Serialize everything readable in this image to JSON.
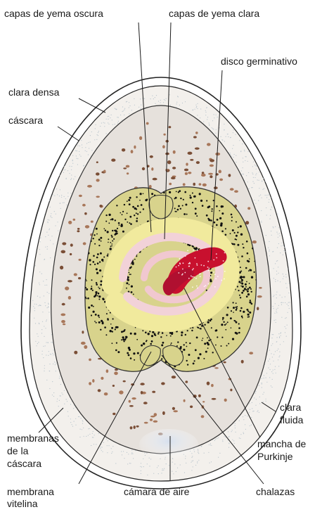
{
  "labels": {
    "dark_yolk_layers": "capas de yema oscura",
    "light_yolk_layers": "capas de yema clara",
    "germinal_disc": "disco germinativo",
    "dense_albumen": "clara densa",
    "shell": "cáscara",
    "fluid_albumen_1": "clara",
    "fluid_albumen_2": "fluida",
    "shell_membranes_1": "membranas",
    "shell_membranes_2": "de la",
    "shell_membranes_3": "cáscara",
    "purkinje_1": "mancha de",
    "purkinje_2": "Purkinje",
    "vitelline_1": "membrana",
    "vitelline_2": "vitelina",
    "air_cell": "cámara de aire",
    "chalazae": "chalazas"
  },
  "colors": {
    "shell_stroke": "#222222",
    "albumen_fill": "#eeeae5",
    "dense_albumen_fill": "#e4dfda",
    "yolk_fill": "#d9d48e",
    "yolk_light_band": "#efe99a",
    "yolk_pink_layer": "#f2d0d6",
    "germinal_red": "#c8102e",
    "speckle_brown": "#a8775a",
    "air_cell_blue": "#dfe7f1"
  }
}
